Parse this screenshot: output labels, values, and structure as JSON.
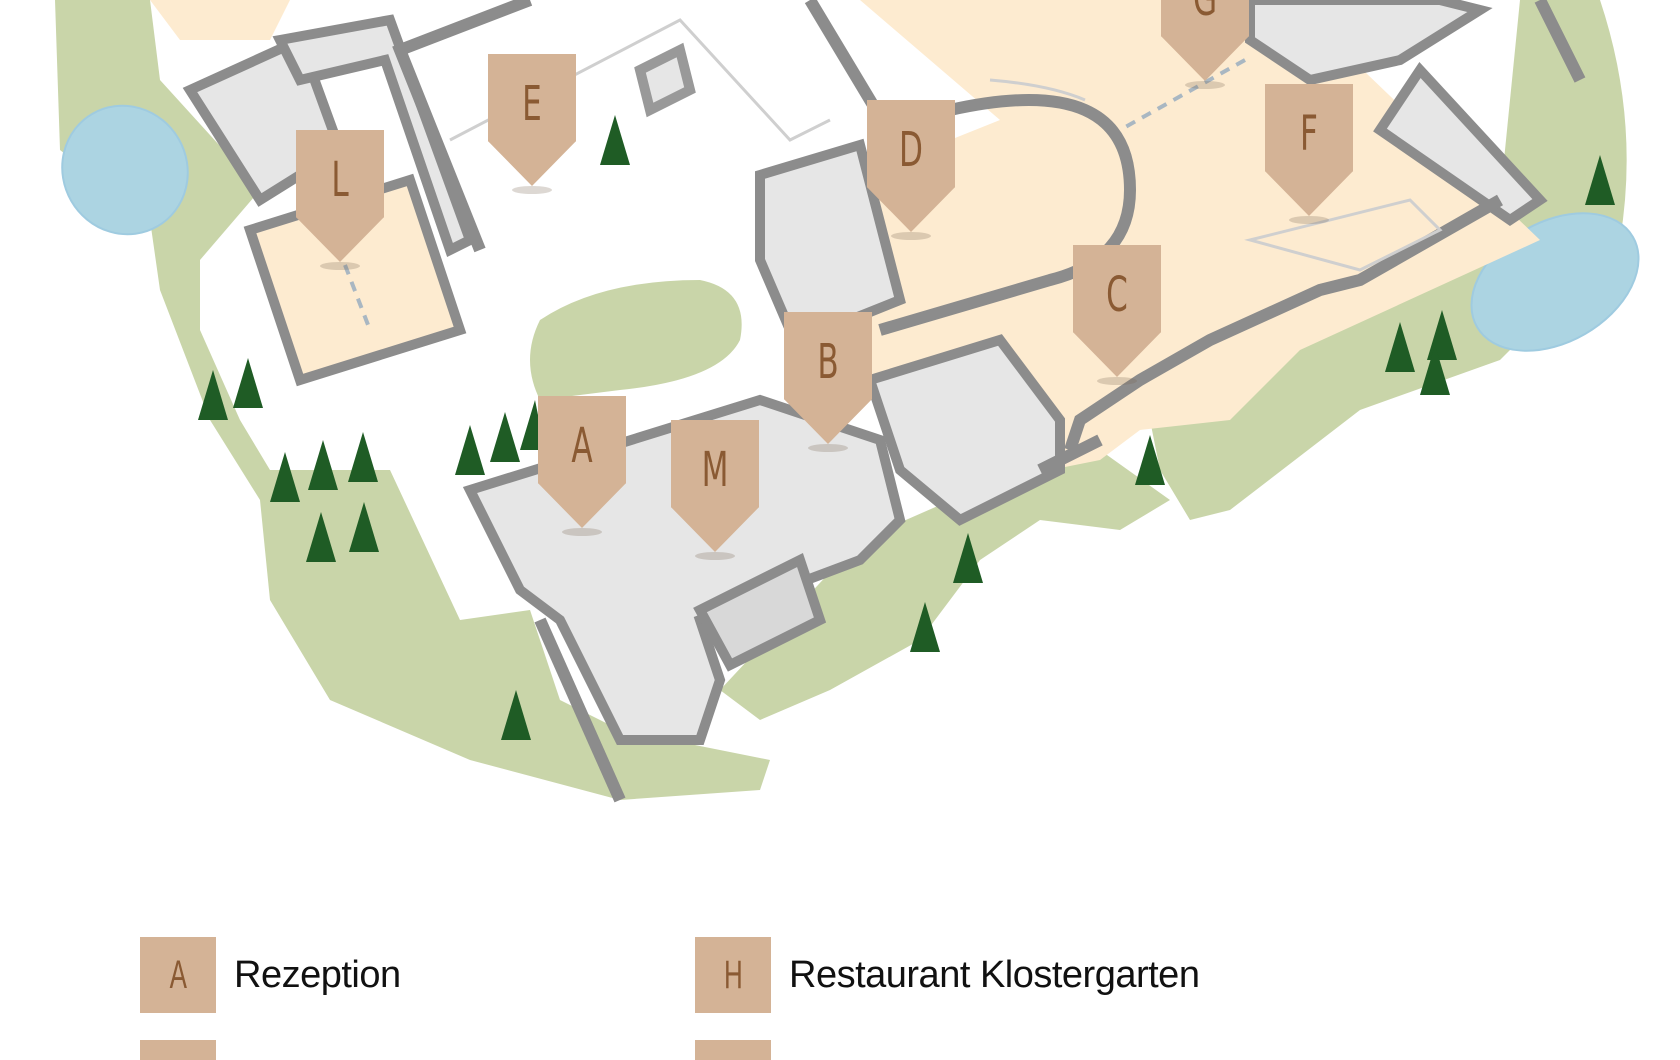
{
  "map": {
    "markers": [
      {
        "letter": "G"
      },
      {
        "letter": "E"
      },
      {
        "letter": "D"
      },
      {
        "letter": "F"
      },
      {
        "letter": "L"
      },
      {
        "letter": "C"
      },
      {
        "letter": "B"
      },
      {
        "letter": "A"
      },
      {
        "letter": "M"
      }
    ]
  },
  "legend": {
    "items": [
      {
        "letter": "A",
        "label": "Rezeption"
      },
      {
        "letter": "H",
        "label": "Restaurant Klostergarten"
      }
    ]
  },
  "colors": {
    "marker": "#d4b396",
    "marker_text": "#8a5a33",
    "lawn": "#c8d4a8",
    "floor": "#fdebd0",
    "building": "#e5e5e5",
    "wall": "#8c8c8c",
    "water": "#a9d3e0"
  }
}
